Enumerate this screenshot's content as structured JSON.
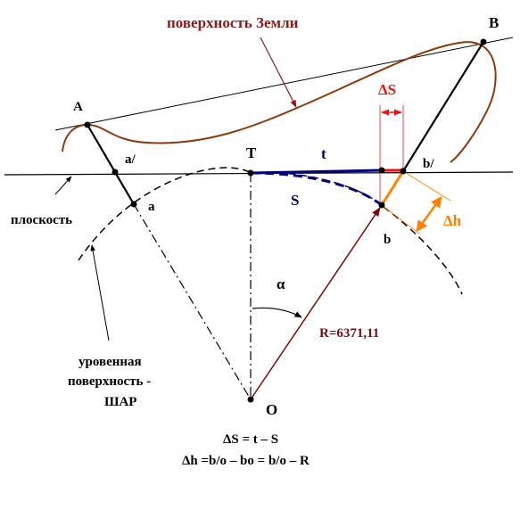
{
  "labels": {
    "earth_surface": "поверхность Земли",
    "plane": "плоскость",
    "level_surface_1": "уровенная",
    "level_surface_2": "поверхность -",
    "level_surface_3": "ШАР",
    "point_A": "A",
    "point_B": "B",
    "point_T": "T",
    "point_O": "O",
    "point_a": "a",
    "point_a_prime": "a/",
    "point_b": "b",
    "point_b_prime": "b/",
    "tangent_t": "t",
    "arc_S": "S",
    "alpha": "α",
    "radius": "R=6371,11",
    "delta_S": "ΔS",
    "delta_h": "Δh",
    "formula_1": "ΔS = t – S",
    "formula_2": "Δh =b/o – bo = b/o – R"
  },
  "colors": {
    "earth": "#8b3a0e",
    "label_earth": "#8b1a1a",
    "tangent": "#00007a",
    "delta_s": "#ee1111",
    "delta_h": "#ff7f00",
    "radius": "#7a0a0a",
    "ink": "#000000"
  }
}
